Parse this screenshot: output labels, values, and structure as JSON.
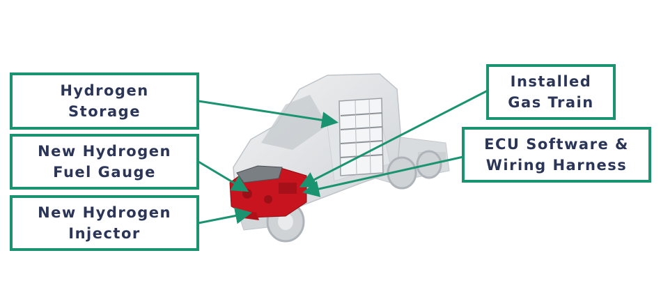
{
  "colors": {
    "callout_border": "#1a9370",
    "callout_text": "#2a3557",
    "arrow": "#1a9370",
    "engine": "#c8141e",
    "truck_body": "#e6e8ea"
  },
  "callouts": {
    "hydrogen_storage": {
      "line1": "Hydrogen",
      "line2": "Storage"
    },
    "fuel_gauge": {
      "line1": "New Hydrogen",
      "line2": "Fuel Gauge"
    },
    "injector": {
      "line1": "New Hydrogen",
      "line2": "Injector"
    },
    "gas_train": {
      "line1": "Installed",
      "line2": "Gas Train"
    },
    "ecu": {
      "line1": "ECU Software &",
      "line2": "Wiring Harness"
    }
  },
  "illustration": {
    "subject": "truck-with-hydrogen-engine"
  }
}
